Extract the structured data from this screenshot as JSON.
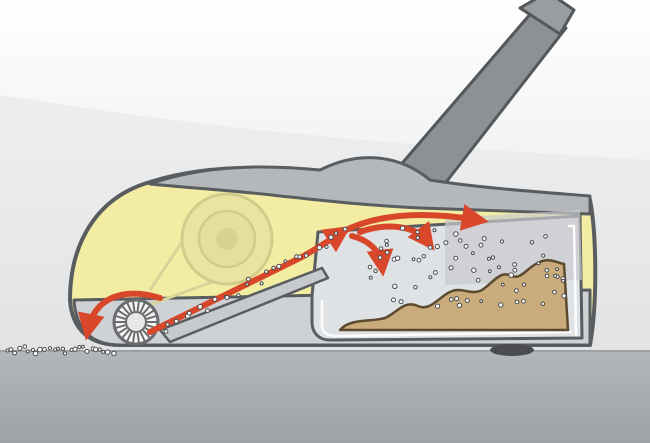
{
  "diagram": {
    "subject": "sweeper-cutaway",
    "colors": {
      "background_top": "#ffffff",
      "background_wall": "#dcdedf",
      "floor": "#a9acaf",
      "housing_yellow": "#f3eda4",
      "housing_outline": "#5a5d60",
      "handle": "#8d9094",
      "container_fill": "#d9dcde",
      "debris": "#c9ab7c",
      "debris_outline": "#5b4a2d",
      "arrow": "#d9472b",
      "brush": "#6a6c6f"
    },
    "icons": [
      "handle",
      "roller-wheel",
      "rotating-brush",
      "dust-container",
      "collected-debris",
      "airflow-arrows",
      "floor-dirt-particles"
    ]
  }
}
